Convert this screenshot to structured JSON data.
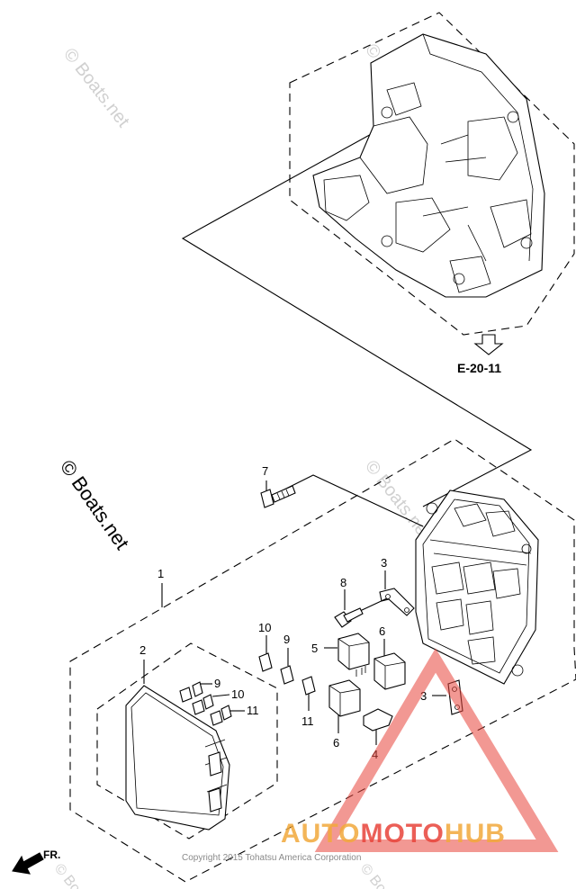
{
  "diagram": {
    "reference": "E-20-11",
    "front_label": "FR.",
    "callouts": {
      "c1": "1",
      "c2": "2",
      "c3a": "3",
      "c3b": "3",
      "c4": "4",
      "c5": "5",
      "c6a": "6",
      "c6b": "6",
      "c7": "7",
      "c8": "8",
      "c9a": "9",
      "c9b": "9",
      "c10a": "10",
      "c10b": "10",
      "c11a": "11",
      "c11b": "11"
    }
  },
  "watermarks": {
    "main": "© Boats.net",
    "faint": "© Boats.net"
  },
  "copyright": "Copyright 2015 Tohatsu America Corporation",
  "logo": {
    "part1": "AUTO",
    "part2": "MOTO",
    "part3": "HUB",
    "color1": "#f2a93b",
    "color2": "#e8443a",
    "color3": "#f2a93b"
  },
  "colors": {
    "triangle": "#e8443a"
  }
}
